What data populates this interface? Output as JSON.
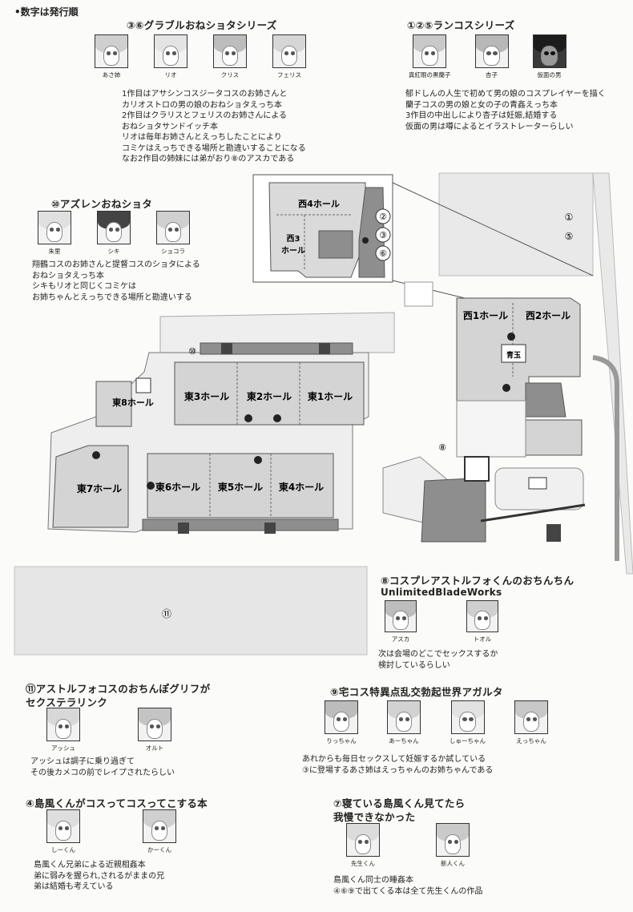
{
  "header_note": "•数字は発行順",
  "sections": {
    "s36": {
      "title": "③⑥グラブルおねショタシリーズ",
      "characters": [
        "あさ姉",
        "リオ",
        "クリス",
        "フェリス"
      ],
      "desc": [
        "1作目はアサシンコスジータコスのお姉さんと",
        "カリオストロの男の娘のおねショタえっち本",
        "2作目はクラリスとフェリスのお姉さんによる",
        "おねショタサンドイッチ本",
        "リオは毎年お姉さんとえっちしたことにより",
        "コミケはえっちできる場所と勘違いすることになる",
        "なお2作目の姉妹には弟がおり⑧のアスカである"
      ]
    },
    "s125": {
      "title": "①②⑤ランコスシリーズ",
      "characters": [
        "真紅眼の黒蘭子",
        "杏子",
        "仮面の男"
      ],
      "desc": [
        "郁ドしんの人生で初めて男の娘のコスプレイヤーを描く",
        "蘭子コスの男の娘と女の子の青姦えっち本",
        "3作目の中出しにより杏子は妊娠,結婚する",
        "仮面の男は噂によるとイラストレーターらしい"
      ]
    },
    "s10": {
      "title": "⑩アズレンおねショタ",
      "characters": [
        "朱里",
        "シキ",
        "ショコラ"
      ],
      "desc": [
        "翔鶴コスのお姉さんと提督コスのショタによる",
        "おねショタえっち本",
        "シキもリオと同じくコミケは",
        "お姉ちゃんとえっちできる場所と勘違いする"
      ]
    },
    "s8": {
      "title": "⑧コスプレアストルフォくんのおちんちん",
      "subtitle": "UnlimitedBladeWorks",
      "characters": [
        "アスカ",
        "トオル"
      ],
      "desc": [
        "次は会場のどこでセックスするか",
        "検討しているらしい"
      ]
    },
    "s11": {
      "title1": "⑪アストルフォコスのおちんぽグリフが",
      "title2": "セクステラリンク",
      "characters": [
        "アッシュ",
        "オルト"
      ],
      "desc": [
        "アッシュは調子に乗り過ぎて",
        "その後カメコの前でレイプされたらしい"
      ]
    },
    "s9": {
      "title": "⑨宅コス特異点乱交勃起世界アガルタ",
      "characters": [
        "りっちゃん",
        "あーちゃん",
        "しゅーちゃん",
        "えっちゃん"
      ],
      "desc": [
        "あれからも毎日セックスして妊娠するか試している",
        "③に登場するあさ姉はえっちゃんのお姉ちゃんである"
      ]
    },
    "s4": {
      "title": "④島風くんがコスってコスってこする本",
      "characters": [
        "しーくん",
        "かーくん"
      ],
      "desc": [
        "島風くん兄弟による近親相姦本",
        "弟に弱みを握られ,されるがままの兄",
        "弟は結婚も考えている"
      ]
    },
    "s7": {
      "title1": "⑦寝ている島風くん見てたら",
      "title2": "我慢できなかった",
      "characters": [
        "先生くん",
        "新人くん"
      ],
      "desc": [
        "島風くん同士の睡姦本",
        "④⑥⑨で出てくる本は全て先生くんの作品"
      ]
    }
  },
  "map": {
    "halls": {
      "west4": "西4ホール",
      "west3a": "西3",
      "west3b": "ホール",
      "west1": "西1ホール",
      "west2": "西2ホール",
      "east1": "東1ホール",
      "east2": "東2ホール",
      "east3": "東3ホール",
      "east4": "東4ホール",
      "east5": "東5ホール",
      "east6": "東6ホール",
      "east7": "東7ホール",
      "east8": "東8ホール"
    },
    "markers": {
      "m1": "①",
      "m2": "②",
      "m3": "③",
      "m5": "⑤",
      "m6": "⑥",
      "m8": "⑧",
      "m10": "⑩",
      "m11": "⑪"
    },
    "aodama": "青玉"
  },
  "colors": {
    "hall_fill": "#d4d4d4",
    "dark_fill": "#8a8a8a",
    "ground": "#e9e9e9",
    "road": "#ffffff",
    "line": "#555555"
  }
}
